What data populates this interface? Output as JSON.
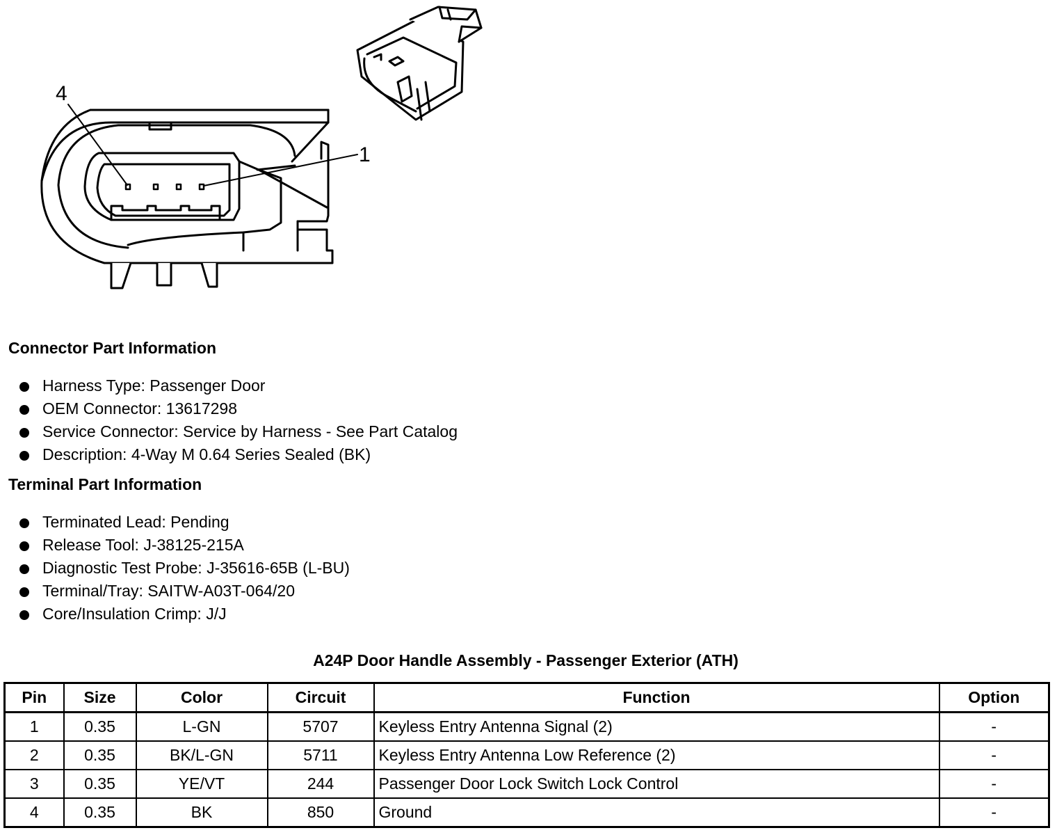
{
  "diagram": {
    "pin_callouts": [
      "4",
      "1"
    ]
  },
  "connector_info": {
    "title": "Connector Part Information",
    "items": [
      "Harness Type: Passenger Door",
      "OEM Connector: 13617298",
      "Service Connector: Service by Harness - See Part Catalog",
      "Description: 4-Way M 0.64 Series Sealed (BK)"
    ]
  },
  "terminal_info": {
    "title": "Terminal Part Information",
    "items": [
      "Terminated Lead: Pending",
      "Release Tool: J-38125-215A",
      "Diagnostic Test Probe: J-35616-65B (L-BU)",
      "Terminal/Tray: SAITW-A03T-064/20",
      "Core/Insulation Crimp: J/J"
    ]
  },
  "table": {
    "caption": "A24P Door Handle Assembly - Passenger Exterior (ATH)",
    "headers": [
      "Pin",
      "Size",
      "Color",
      "Circuit",
      "Function",
      "Option"
    ],
    "rows": [
      [
        "1",
        "0.35",
        "L-GN",
        "5707",
        "Keyless Entry Antenna Signal (2)",
        "-"
      ],
      [
        "2",
        "0.35",
        "BK/L-GN",
        "5711",
        "Keyless Entry Antenna Low Reference (2)",
        "-"
      ],
      [
        "3",
        "0.35",
        "YE/VT",
        "244",
        "Passenger Door Lock Switch Lock Control",
        "-"
      ],
      [
        "4",
        "0.35",
        "BK",
        "850",
        "Ground",
        "-"
      ]
    ]
  }
}
